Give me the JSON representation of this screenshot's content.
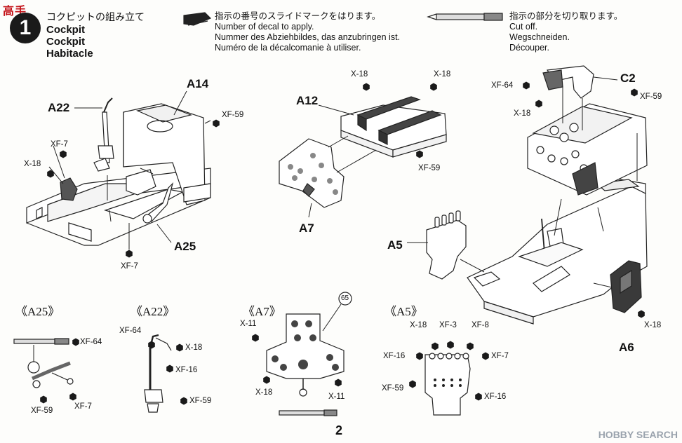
{
  "brand_mark": "高手",
  "step": {
    "number": "1",
    "title_jp": "コクピットの組み立て",
    "title_en": "Cockpit",
    "title_de": "Cockpit",
    "title_fr": "Habitacle"
  },
  "decal_note": {
    "jp": "指示の番号のスライドマークをはります。",
    "en": "Number of decal to apply.",
    "de": "Nummer des Abziehbildes, das anzubringen ist.",
    "fr": "Numéro de la décalcomanie à utiliser."
  },
  "cut_note": {
    "jp": "指示の部分を切り取ります。",
    "en": "Cut off.",
    "de": "Wegschneiden.",
    "fr": "Découper."
  },
  "parts": {
    "a14": "A14",
    "a22": "A22",
    "a25": "A25",
    "a12": "A12",
    "a7": "A7",
    "c2": "C2",
    "a5": "A5",
    "a6": "A6"
  },
  "paints": {
    "xf59": "XF-59",
    "xf7": "XF-7",
    "x18": "X-18",
    "xf64": "XF-64",
    "xf16": "XF-16",
    "x11": "X-11",
    "xf3": "XF-3",
    "xf8": "XF-8"
  },
  "subviews": {
    "a25": "《A25》",
    "a22": "《A22》",
    "a7": "《A7》",
    "a5": "《A5》"
  },
  "decal_number": "65",
  "page_number": "2",
  "watermark": "HOBBY SEARCH"
}
